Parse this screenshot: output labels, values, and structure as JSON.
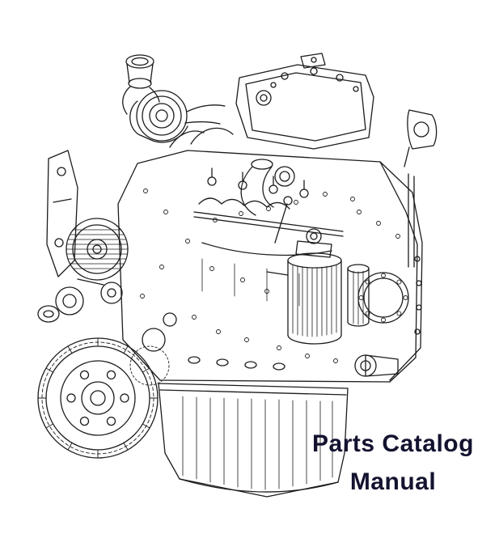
{
  "caption": {
    "line1": "Parts Catalog",
    "line2": "Manual",
    "color": "#131330"
  },
  "illustration": {
    "name": "engine-line-drawing",
    "stroke_color": "#1c1c1c",
    "background": "#ffffff"
  }
}
